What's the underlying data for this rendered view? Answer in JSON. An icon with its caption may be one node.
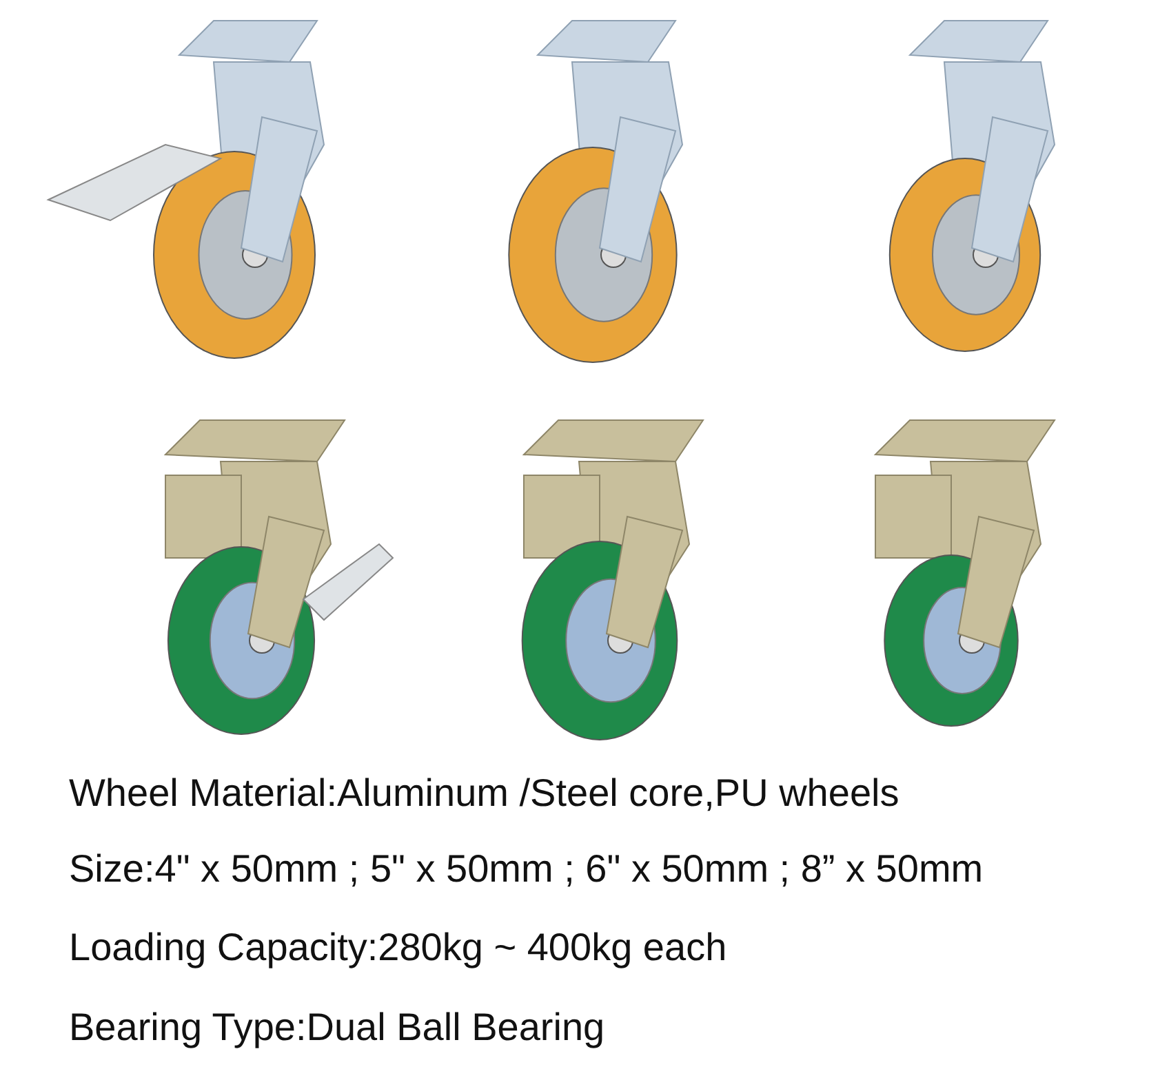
{
  "diagram": {
    "labels": [
      "Wheel Material:Aluminum /Steel core,PU wheels",
      "Size:4\" x 50mm ; 5\" x 50mm ; 6\" x 50mm ; 8” x 50mm",
      "Loading Capacity:280kg ~ 400kg each",
      "Bearing Type:Dual Ball Bearing"
    ]
  }
}
